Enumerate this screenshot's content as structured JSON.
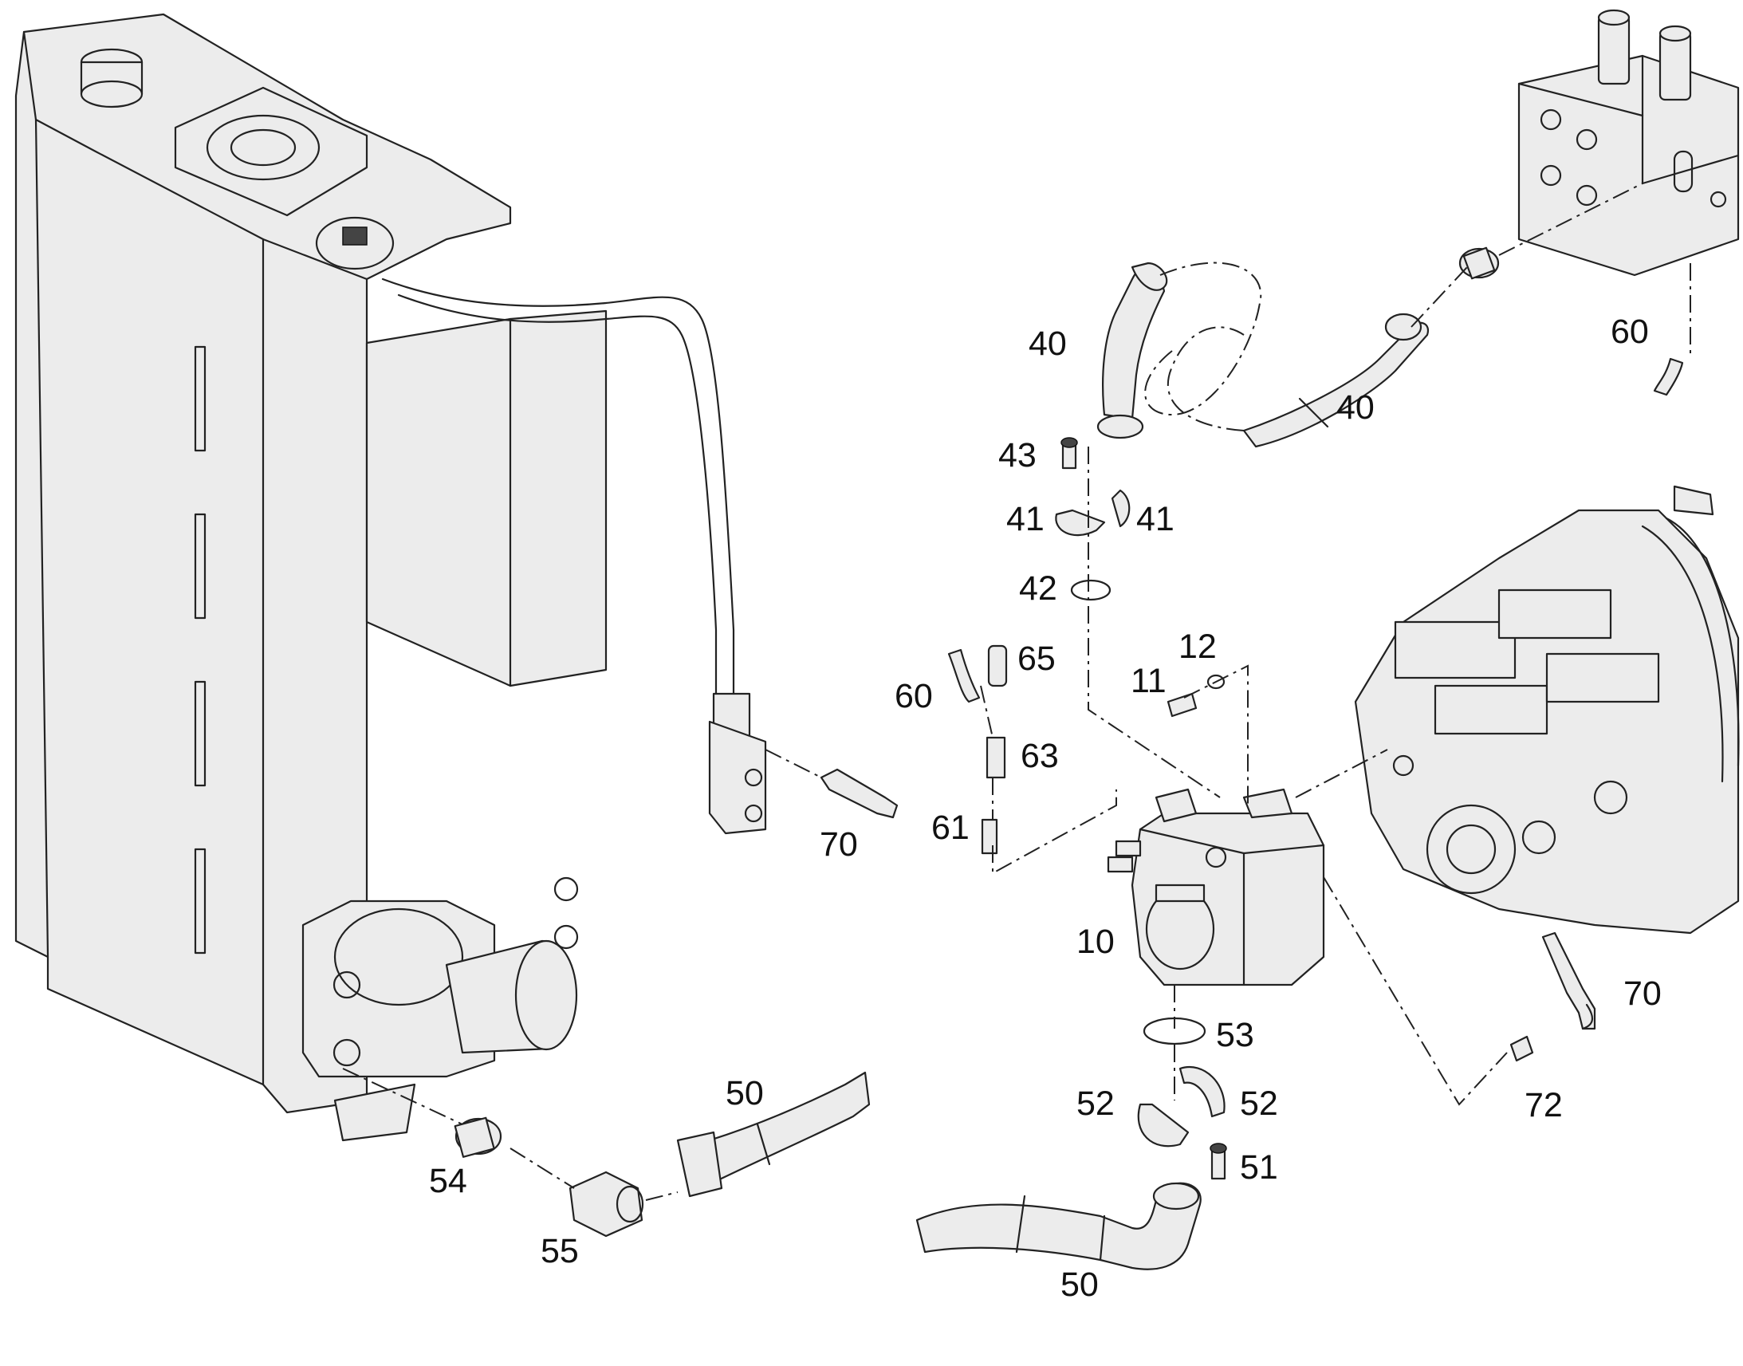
{
  "diagram": {
    "callouts": [
      {
        "id": "c40a",
        "label": "40"
      },
      {
        "id": "c40b",
        "label": "40"
      },
      {
        "id": "c60a",
        "label": "60"
      },
      {
        "id": "c43",
        "label": "43"
      },
      {
        "id": "c41a",
        "label": "41"
      },
      {
        "id": "c41b",
        "label": "41"
      },
      {
        "id": "c42",
        "label": "42"
      },
      {
        "id": "c65",
        "label": "65"
      },
      {
        "id": "c60b",
        "label": "60"
      },
      {
        "id": "c12",
        "label": "12"
      },
      {
        "id": "c11",
        "label": "11"
      },
      {
        "id": "c63",
        "label": "63"
      },
      {
        "id": "c61",
        "label": "61"
      },
      {
        "id": "c70a",
        "label": "70"
      },
      {
        "id": "c10",
        "label": "10"
      },
      {
        "id": "c70b",
        "label": "70"
      },
      {
        "id": "c53",
        "label": "53"
      },
      {
        "id": "c52a",
        "label": "52"
      },
      {
        "id": "c52b",
        "label": "52"
      },
      {
        "id": "c72",
        "label": "72"
      },
      {
        "id": "c50a",
        "label": "50"
      },
      {
        "id": "c51",
        "label": "51"
      },
      {
        "id": "c54",
        "label": "54"
      },
      {
        "id": "c55",
        "label": "55"
      },
      {
        "id": "c50b",
        "label": "50"
      }
    ]
  }
}
